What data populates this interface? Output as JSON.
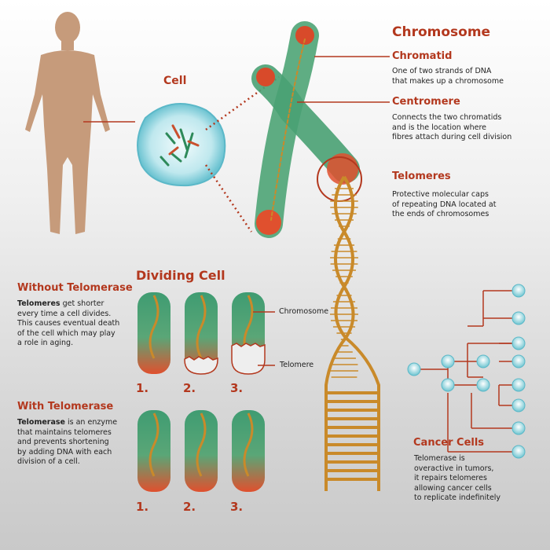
{
  "chromosome": {
    "title": "Chromosome",
    "chromatid": {
      "heading": "Chromatid",
      "lines": [
        "One of two strands of DNA",
        "that makes up a chromosome"
      ]
    },
    "centromere": {
      "heading": "Centromere",
      "lines": [
        "Connects the two chromatids",
        "and is the location where",
        "fibres attach during cell division"
      ]
    },
    "telomeres": {
      "heading": "Telomeres",
      "lines": [
        "Protective molecular caps",
        "of repeating DNA located at",
        "the ends of chromosomes"
      ]
    }
  },
  "cell_label": "Cell",
  "dividing": {
    "title": "Dividing Cell",
    "chromosome_label": "Chromosome",
    "telomere_label": "Telomere",
    "numbers": [
      "1.",
      "2.",
      "3."
    ]
  },
  "without": {
    "heading": "Without Telomerase",
    "bold": "Telomeres",
    "lines": [
      " get shorter",
      "every time a cell divides.",
      "This causes eventual death",
      "of the cell which may play",
      "a role in aging."
    ]
  },
  "with": {
    "heading": "With Telomerase",
    "bold": "Telomerase",
    "lines": [
      " is an enzyme",
      "that maintains telomeres",
      "and prevents shortening",
      "by adding DNA with each",
      "division of a cell."
    ]
  },
  "cancer": {
    "heading": "Cancer Cells",
    "lines": [
      "Telomerase is",
      "overactive in tumors,",
      "it repairs telomeres",
      "allowing cancer cells",
      "to replicate indefinitely"
    ]
  },
  "colors": {
    "accent": "#b3381e",
    "skin": "#c69b7b",
    "dna": "#c98a2a",
    "chromatid": "#3c9a6e",
    "cell": "#8fd3de"
  }
}
